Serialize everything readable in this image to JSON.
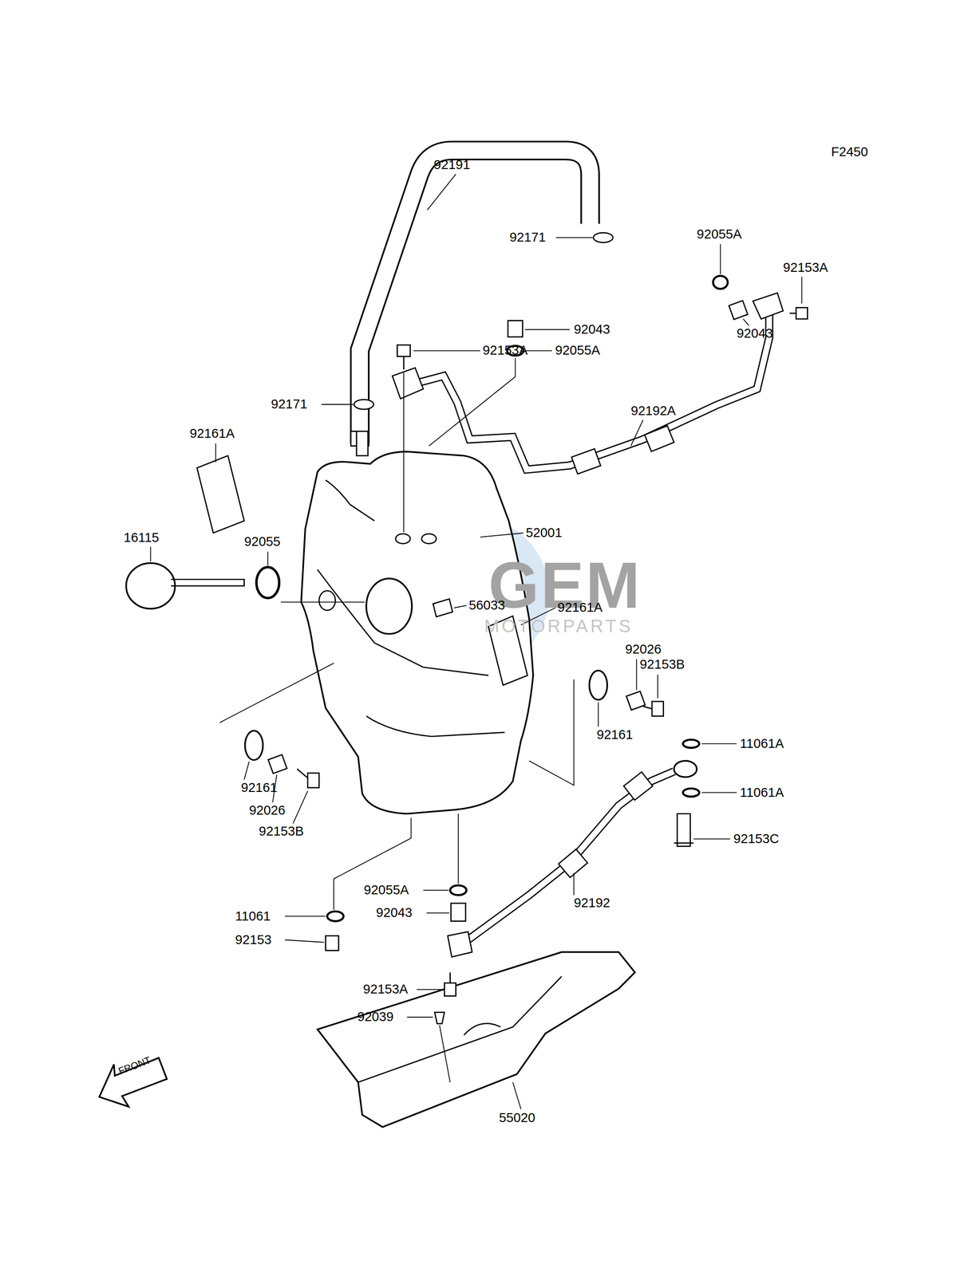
{
  "diagram": {
    "labels": [
      "F2450",
      "92191",
      "92171",
      "92055A",
      "92153A",
      "92043",
      "92153A",
      "92055A",
      "92043",
      "92171",
      "92192A",
      "92161A",
      "16115",
      "92055",
      "52001",
      "GEM",
      "MOTORPARTS",
      "56033",
      "92161A",
      "92026",
      "92153B",
      "92161",
      "11061A",
      "11061A",
      "92153C",
      "92161",
      "92026",
      "92153B",
      "92055A",
      "92192",
      "11061",
      "92043",
      "92153",
      "92153A",
      "92039",
      "FRONT",
      "55020"
    ]
  }
}
